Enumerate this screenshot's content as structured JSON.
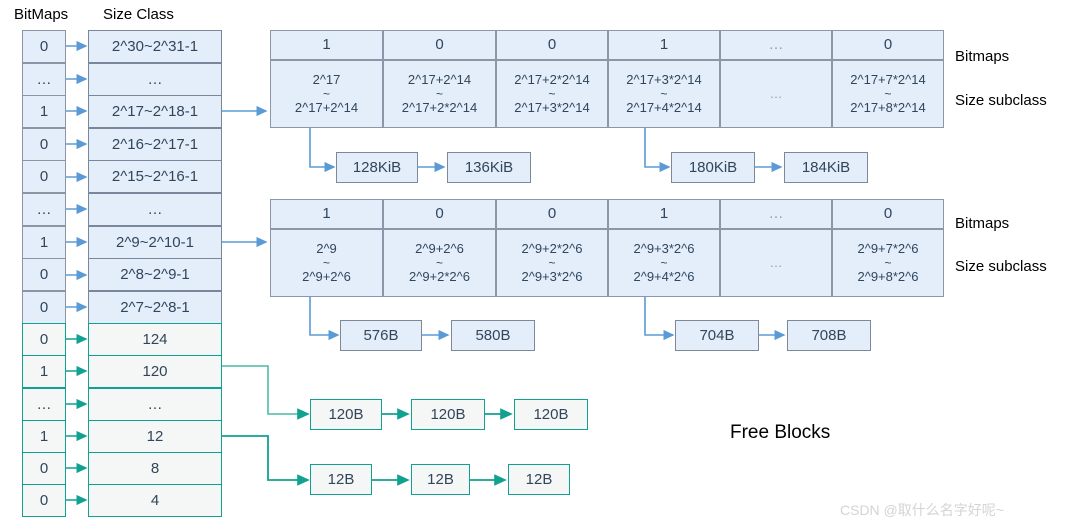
{
  "headers": {
    "bitmaps": "BitMaps",
    "size_class": "Size Class"
  },
  "right_labels": {
    "bitmaps_1": "Bitmaps",
    "size_subclass_1": "Size subclass",
    "bitmaps_2": "Bitmaps",
    "size_subclass_2": "Size subclass",
    "free_blocks": "Free Blocks"
  },
  "watermark": "CSDN @取什么名字好呢~",
  "colors": {
    "blue_fill": "#e4eefb",
    "blue_border": "#7a8699",
    "blue_arrow": "#5b9bd5",
    "green_border": "#10a191",
    "green_fill": "#f5f6f6",
    "green_arrow": "#10a191",
    "text": "#31455b"
  },
  "size_class_table": {
    "rows": [
      {
        "bit": "0",
        "size": "2^30~2^31-1",
        "style": "blue",
        "expands": false
      },
      {
        "bit": "…",
        "size": "…",
        "style": "blue",
        "expands": false
      },
      {
        "bit": "1",
        "size": "2^17~2^18-1",
        "style": "blue",
        "expands": true
      },
      {
        "bit": "0",
        "size": "2^16~2^17-1",
        "style": "blue",
        "expands": false
      },
      {
        "bit": "0",
        "size": "2^15~2^16-1",
        "style": "blue",
        "expands": false
      },
      {
        "bit": "…",
        "size": "…",
        "style": "blue",
        "expands": false
      },
      {
        "bit": "1",
        "size": "2^9~2^10-1",
        "style": "blue",
        "expands": true
      },
      {
        "bit": "0",
        "size": "2^8~2^9-1",
        "style": "blue",
        "expands": false
      },
      {
        "bit": "0",
        "size": "2^7~2^8-1",
        "style": "blue",
        "expands": false
      },
      {
        "bit": "0",
        "size": "124",
        "style": "green",
        "expands": false
      },
      {
        "bit": "1",
        "size": "120",
        "style": "green",
        "expands": true
      },
      {
        "bit": "…",
        "size": "…",
        "style": "green",
        "expands": false
      },
      {
        "bit": "1",
        "size": "12",
        "style": "green",
        "expands": true
      },
      {
        "bit": "0",
        "size": "8",
        "style": "green",
        "expands": false
      },
      {
        "bit": "0",
        "size": "4",
        "style": "green",
        "expands": false
      }
    ]
  },
  "subclass_table_large": {
    "bitmaps": [
      "1",
      "0",
      "0",
      "1",
      "…",
      "0"
    ],
    "ranges": [
      {
        "lo": "2^17",
        "hi": "2^17+2^14"
      },
      {
        "lo": "2^17+2^14",
        "hi": "2^17+2*2^14"
      },
      {
        "lo": "2^17+2*2^14",
        "hi": "2^17+3*2^14"
      },
      {
        "lo": "2^17+3*2^14",
        "hi": "2^17+4*2^14"
      },
      {
        "lo": "…",
        "hi": ""
      },
      {
        "lo": "2^17+7*2^14",
        "hi": "2^17+8*2^14"
      }
    ],
    "tilde": "~"
  },
  "subclass_table_small": {
    "bitmaps": [
      "1",
      "0",
      "0",
      "1",
      "…",
      "0"
    ],
    "ranges": [
      {
        "lo": "2^9",
        "hi": "2^9+2^6"
      },
      {
        "lo": "2^9+2^6",
        "hi": "2^9+2*2^6"
      },
      {
        "lo": "2^9+2*2^6",
        "hi": "2^9+3*2^6"
      },
      {
        "lo": "2^9+3*2^6",
        "hi": "2^9+4*2^6"
      },
      {
        "lo": "…",
        "hi": ""
      },
      {
        "lo": "2^9+7*2^6",
        "hi": "2^9+8*2^6"
      }
    ],
    "tilde": "~"
  },
  "free_lists": {
    "large_a": [
      "128KiB",
      "136KiB"
    ],
    "large_b": [
      "180KiB",
      "184KiB"
    ],
    "small_a": [
      "576B",
      "580B"
    ],
    "small_b": [
      "704B",
      "708B"
    ],
    "green_a": [
      "120B",
      "120B",
      "120B"
    ],
    "green_b": [
      "12B",
      "12B",
      "12B"
    ]
  }
}
